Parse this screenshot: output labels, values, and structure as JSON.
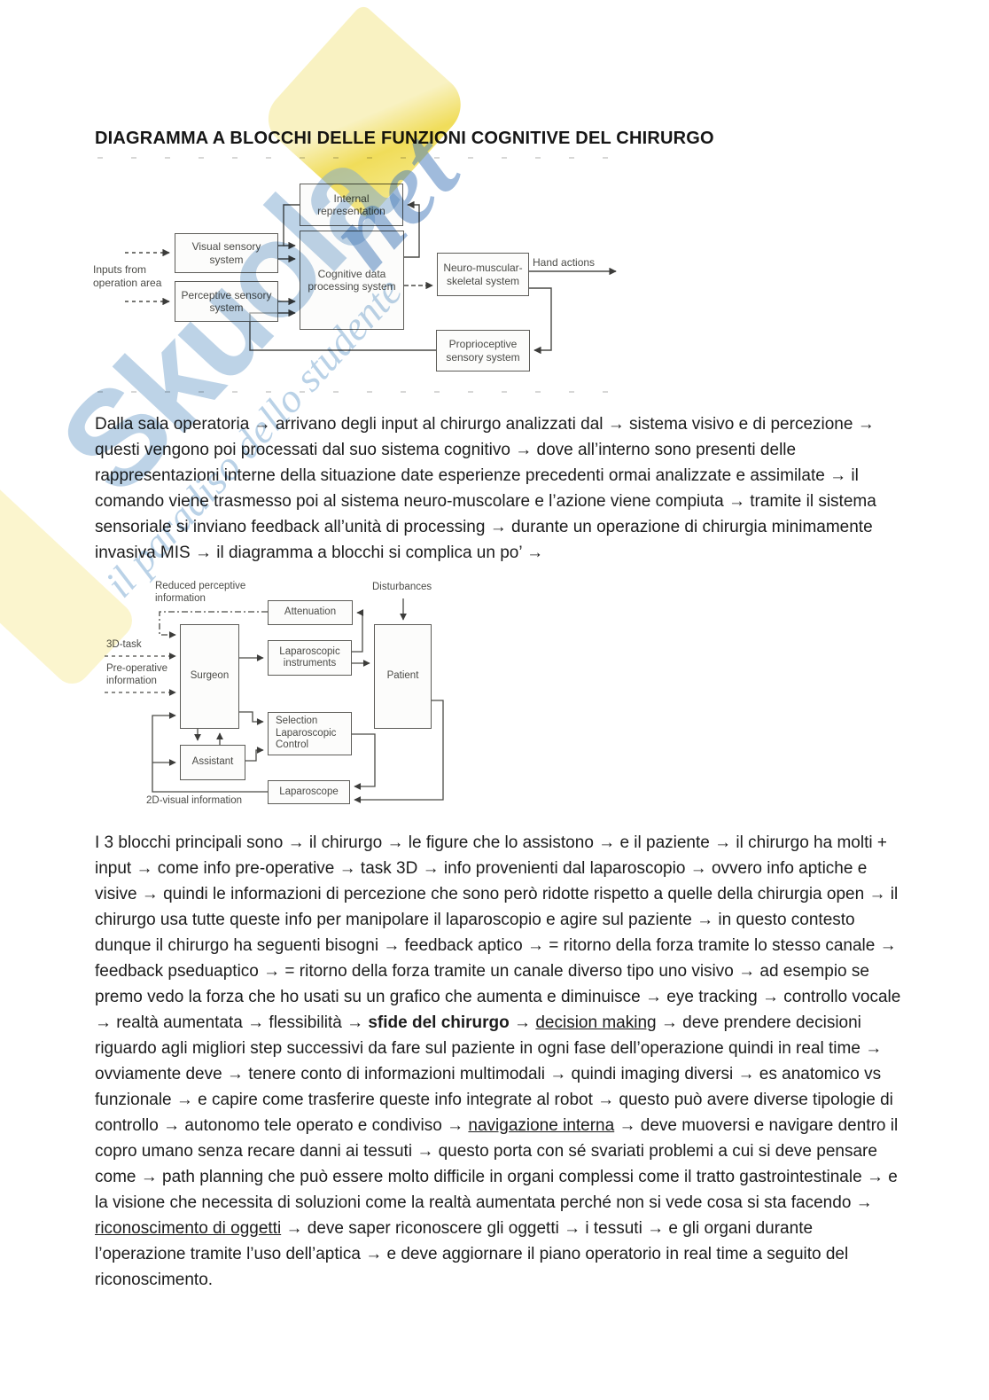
{
  "page": {
    "title": "DIAGRAMMA A BLOCCHI DELLE FUNZIONI COGNITIVE DEL CHIRURGO"
  },
  "watermark": {
    "brand": "Skuola",
    "brand_suffix": "net",
    "tagline": "il paradiso dello studente",
    "colors": {
      "blue": "#80aad1",
      "dark_blue": "#4278ba",
      "yellow": "#eed73d"
    }
  },
  "diagram1": {
    "boxes": {
      "internal": "Internal representation",
      "visual": "Visual sensory system",
      "cognitive": "Cognitive data processing system",
      "perceptive": "Perceptive sensory system",
      "neuro": "Neuro-muscular-skeletal system",
      "proprioceptive": "Proprioceptive sensory system"
    },
    "labels": {
      "inputs": "Inputs from operation area",
      "hand_actions": "Hand actions"
    }
  },
  "diagram2": {
    "boxes": {
      "attenuation": "Attenuation",
      "surgeon": "Surgeon",
      "instruments": "Laparoscopic instruments",
      "patient": "Patient",
      "selection": "Selection Laparoscopic Control",
      "assistant": "Assistant",
      "laparoscope": "Laparoscope"
    },
    "labels": {
      "reduced": "Reduced perceptive information",
      "disturbances": "Disturbances",
      "task3d": "3D-task",
      "preop": "Pre-operative information",
      "visual2d": "2D-visual information"
    }
  },
  "paragraphs": {
    "p1": "Dalla sala operatoria → arrivano degli input al chirurgo analizzati dal → sistema visivo e di percezione → questi vengono poi processati dal suo sistema cognitivo → dove all’interno sono presenti delle rappresentazioni interne della situazione date esperienze precedenti ormai analizzate e assimilate → il comando viene trasmesso poi al sistema neuro-muscolare e l’azione viene compiuta → tramite il sistema sensoriale si inviano feedback all’unità di processing → durante un operazione di chirurgia minimamente invasiva MIS → il diagramma a blocchi si complica un po’ →",
    "p2": [
      {
        "text": "I 3 blocchi principali sono → il chirurgo → le figure che lo assistono → e il paziente → il chirurgo ha molti + input → come info pre-operative → task 3D → info provenienti dal laparoscopio → ovvero info aptiche e visive → quindi le informazioni di percezione che sono però ridotte rispetto a quelle della chirurgia open → il chirurgo usa tutte queste info per manipolare il laparoscopio e agire sul paziente → in questo contesto dunque il chirurgo ha seguenti bisogni → feedback aptico → = ritorno della forza tramite lo stesso canale → feedback pseduaptico → = ritorno della forza tramite un canale diverso tipo uno visivo → ad esempio se premo vedo la forza che ho usati su un grafico che aumenta e diminuisce → eye tracking → controllo vocale → realtà aumentata → flessibilità → "
      },
      {
        "text": "sfide del chirurgo",
        "bold": true
      },
      {
        "text": " → "
      },
      {
        "text": "decision making",
        "underline": true
      },
      {
        "text": " → deve prendere decisioni riguardo agli migliori step successivi da fare sul paziente in ogni fase dell’operazione quindi in real time → ovviamente deve → tenere conto di informazioni multimodali → quindi imaging diversi → es anatomico vs funzionale → e capire come trasferire queste info integrate al robot → questo può avere diverse tipologie di controllo → autonomo tele operato e condiviso → "
      },
      {
        "text": "navigazione interna",
        "underline": true
      },
      {
        "text": " → deve muoversi e navigare dentro il copro umano senza recare danni ai tessuti → questo porta con sé svariati problemi a cui si deve pensare come → path planning che può essere molto difficile in organi complessi come il tratto gastrointestinale → e la visione che necessita di soluzioni come la realtà aumentata perché non si vede cosa si sta facendo → "
      },
      {
        "text": "riconoscimento di oggetti",
        "underline": true
      },
      {
        "text": " → deve saper riconoscere gli oggetti → i tessuti → e gli organi durante l’operazione tramite l’uso dell’aptica → e deve aggiornare il piano operatorio in real time a seguito del riconoscimento."
      }
    ]
  }
}
